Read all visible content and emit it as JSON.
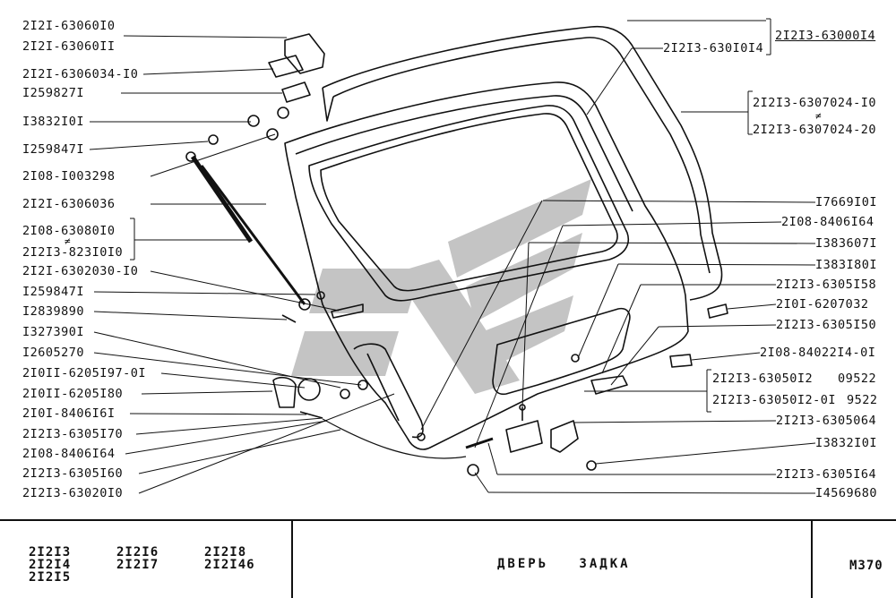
{
  "labels_left": [
    "2I2I-63060I0",
    "2I2I-63060II",
    "2I2I-6306034-I0",
    "I259827I",
    "I3832I0I",
    "I259847I",
    "2I08-I003298",
    "2I2I-6306036",
    "2I08-63080I0",
    "2I2I3-823I0I0",
    "2I2I-6302030-I0",
    "I259847I",
    "I2839890",
    "I327390I",
    "I2605270",
    "2I0II-6205I97-0I",
    "2I0II-6205I80",
    "2I0I-8406I6I",
    "2I2I3-6305I70",
    "2I08-8406I64",
    "2I2I3-6305I60",
    "2I2I3-63020I0"
  ],
  "labels_right": [
    "2I2I3-63000I4",
    "2I2I3-630I0I4",
    "2I2I3-6307024-I0",
    "2I2I3-6307024-20",
    "I7669I0I",
    "2I08-8406I64",
    "I383607I",
    "I383I80I",
    "2I2I3-6305I58",
    "2I0I-6207032",
    "2I2I3-6305I50",
    "2I08-84022I4-0I",
    "2I2I3-63050I2",
    "2I2I3-63050I2-0I",
    "2I2I3-6305064",
    "I3832I0I",
    "2I2I3-6305I64",
    "I4569680"
  ],
  "notes": {
    "neq_symbol": "≠",
    "date_1": "09522",
    "date_2": "9522"
  },
  "footer": {
    "models": [
      "2I2I3",
      "2I2I4",
      "2I2I5",
      "2I2I6",
      "2I2I7",
      "2I2I8",
      "2I2I46"
    ],
    "title": "ДВЕРЬ   ЗАДКА",
    "code": "М370"
  },
  "colors": {
    "ink": "#111111",
    "watermark": "#8a8a8a"
  }
}
